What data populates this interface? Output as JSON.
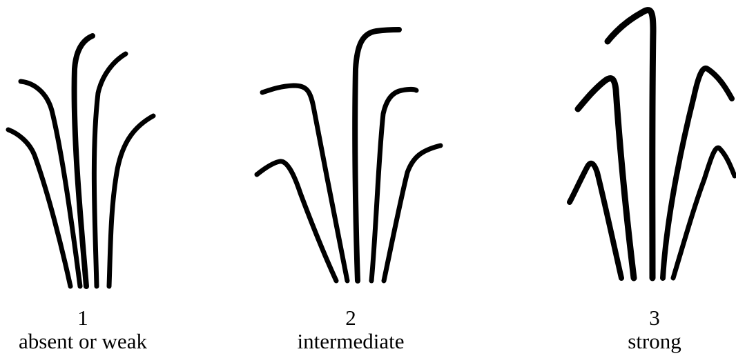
{
  "panels": [
    {
      "number": "1",
      "label": "absent or weak"
    },
    {
      "number": "2",
      "label": "intermediate"
    },
    {
      "number": "3",
      "label": "strong"
    }
  ],
  "stroke_color": "#000000"
}
